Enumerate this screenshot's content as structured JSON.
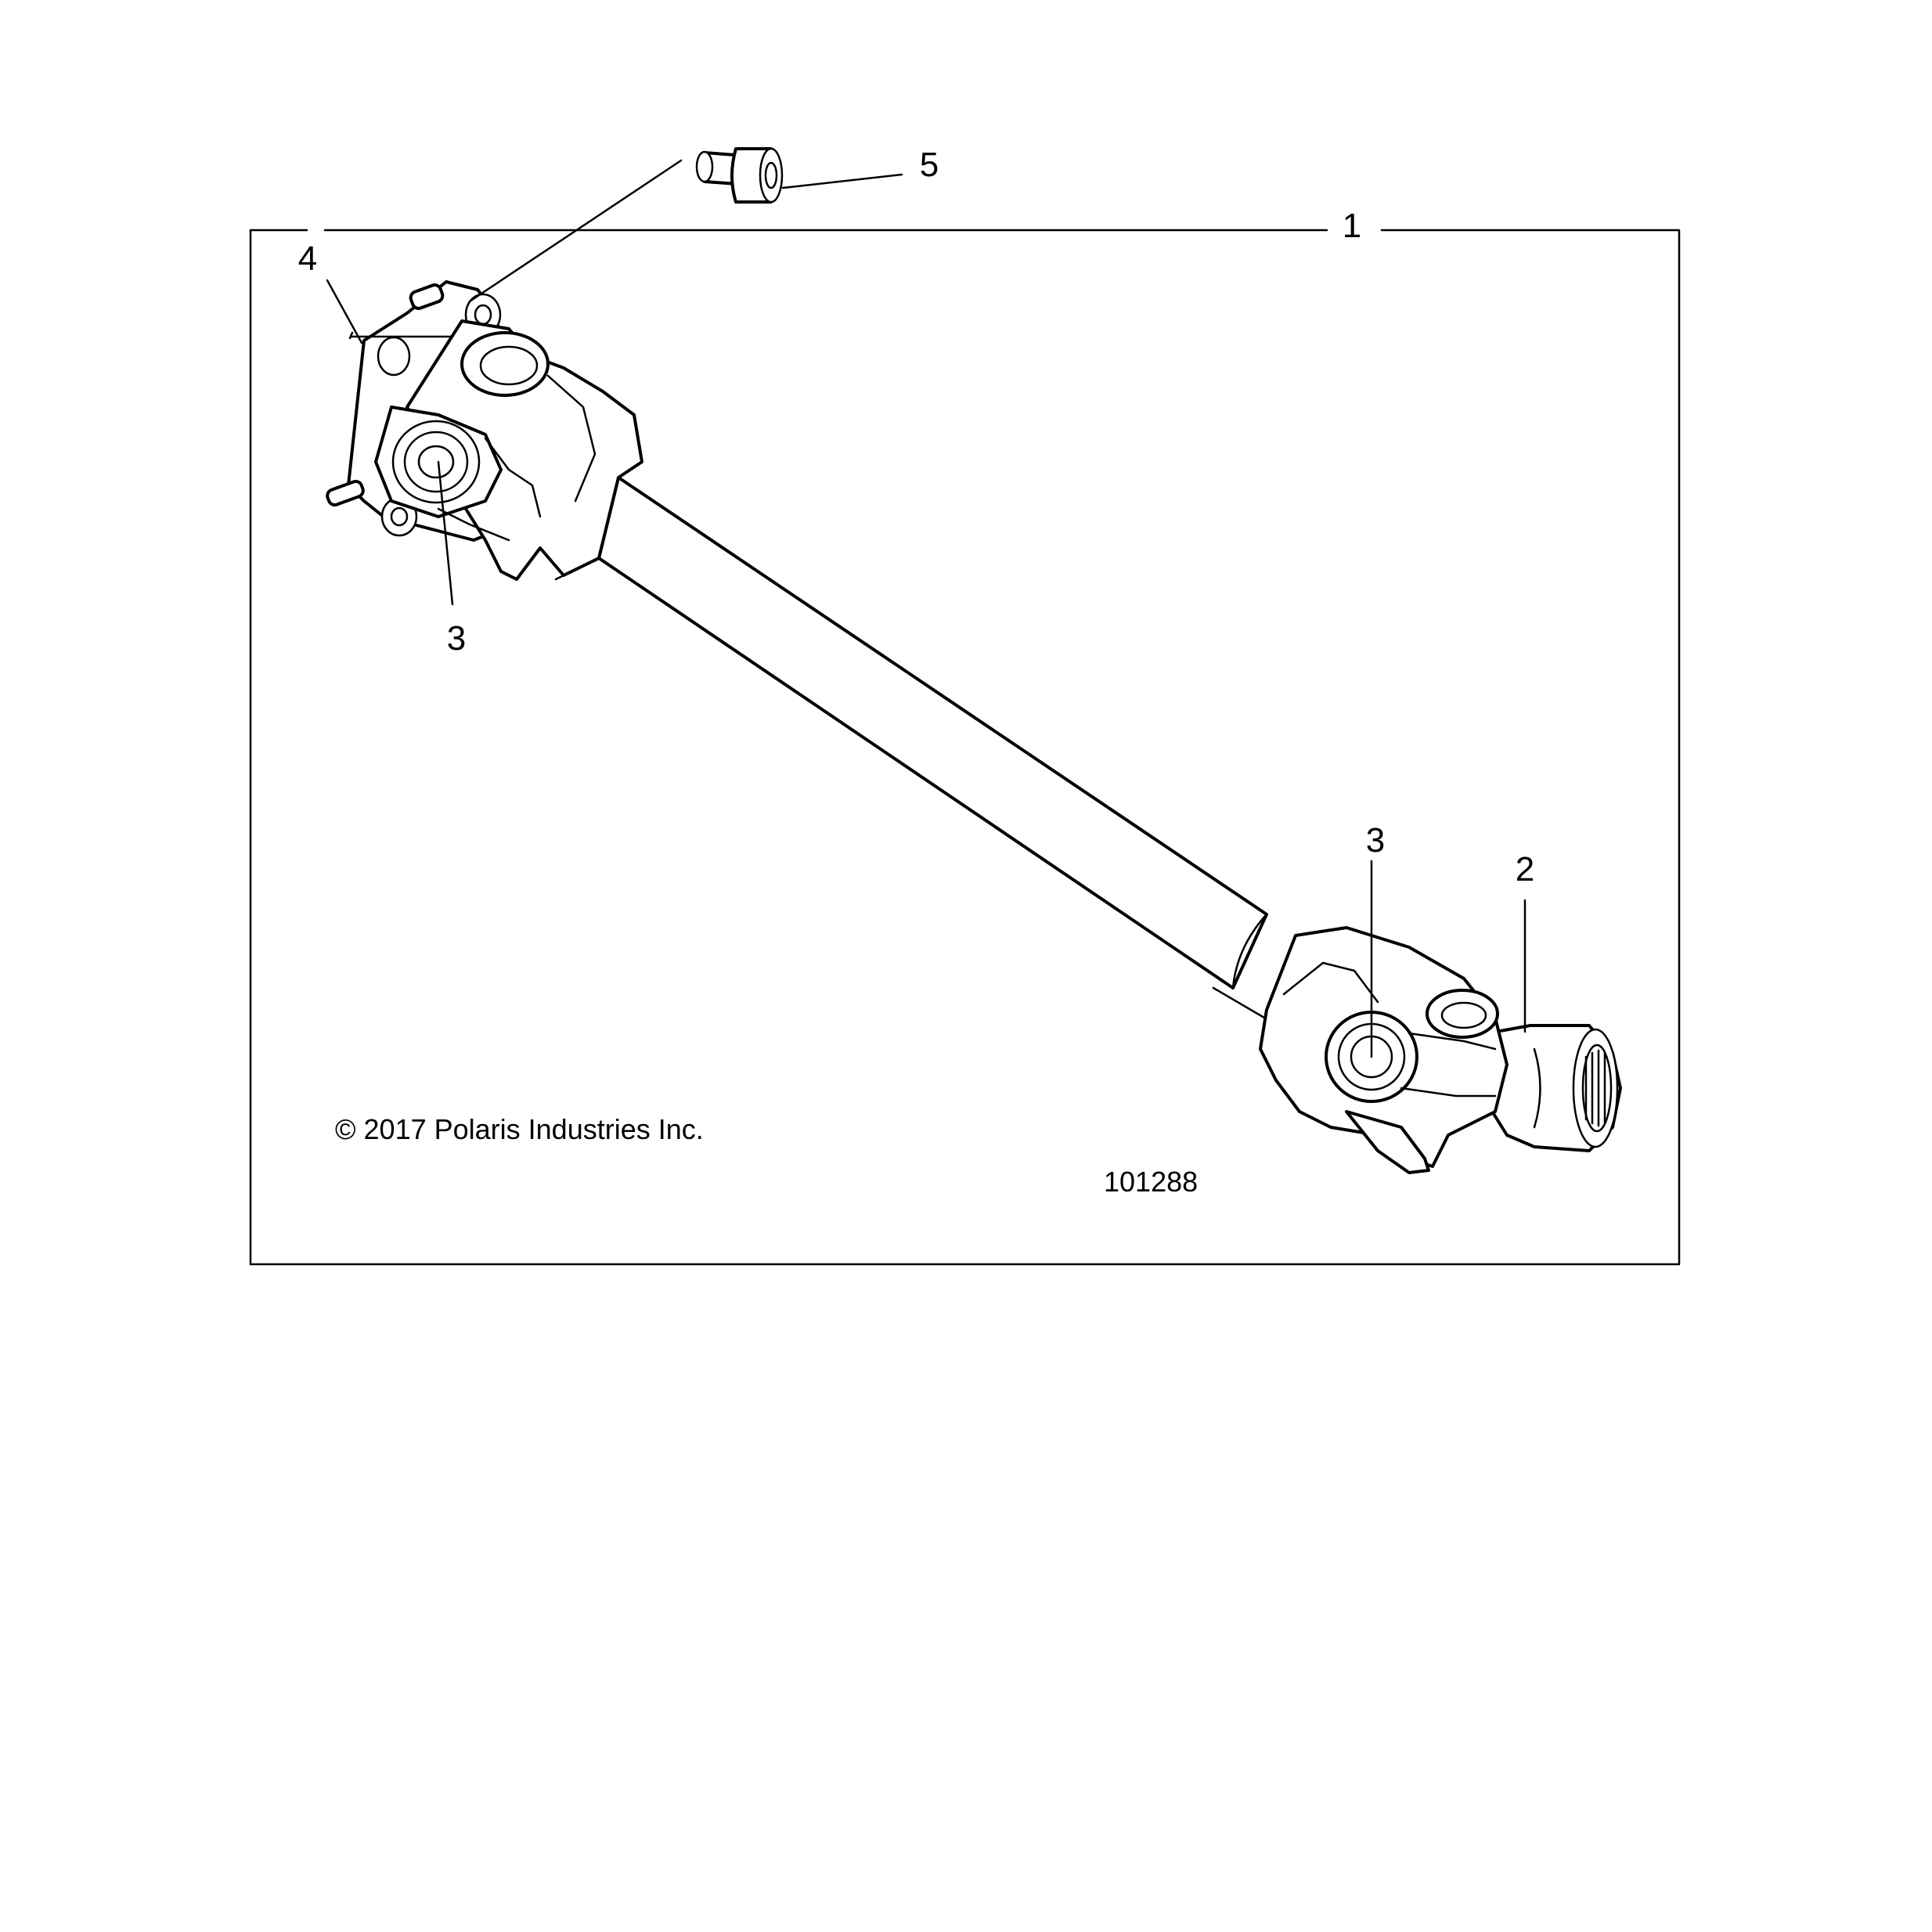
{
  "callouts": {
    "c1": "1",
    "c2": "2",
    "c3a": "3",
    "c3b": "3",
    "c4": "4",
    "c5": "5"
  },
  "copyright": "© 2017 Polaris Industries Inc.",
  "figure_number": "101288"
}
